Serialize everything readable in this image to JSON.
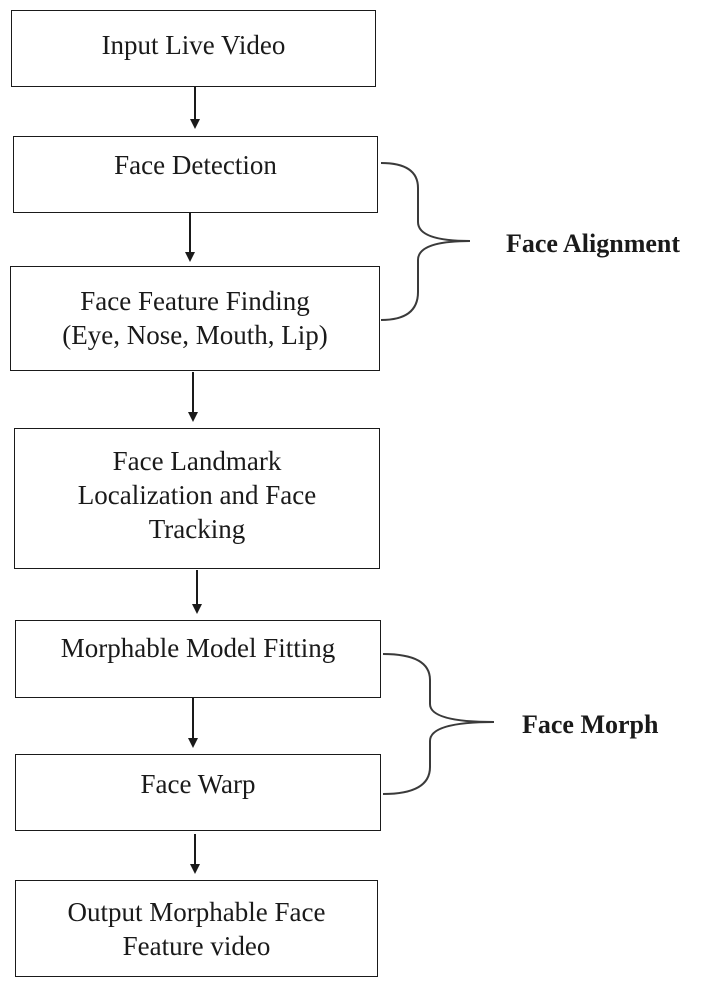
{
  "steps": [
    {
      "id": "input",
      "lines": [
        "Input Live Video"
      ]
    },
    {
      "id": "detect",
      "lines": [
        "Face Detection"
      ]
    },
    {
      "id": "feature",
      "lines": [
        "Face Feature Finding",
        "(Eye, Nose, Mouth, Lip)"
      ]
    },
    {
      "id": "landmark",
      "lines": [
        "Face Landmark",
        "Localization and Face",
        "Tracking"
      ]
    },
    {
      "id": "fit",
      "lines": [
        "Morphable Model Fitting"
      ]
    },
    {
      "id": "warp",
      "lines": [
        "Face Warp"
      ]
    },
    {
      "id": "output",
      "lines": [
        "Output Morphable Face",
        "Feature video"
      ]
    }
  ],
  "groups": {
    "alignment": "Face Alignment",
    "morph": "Face Morph"
  }
}
